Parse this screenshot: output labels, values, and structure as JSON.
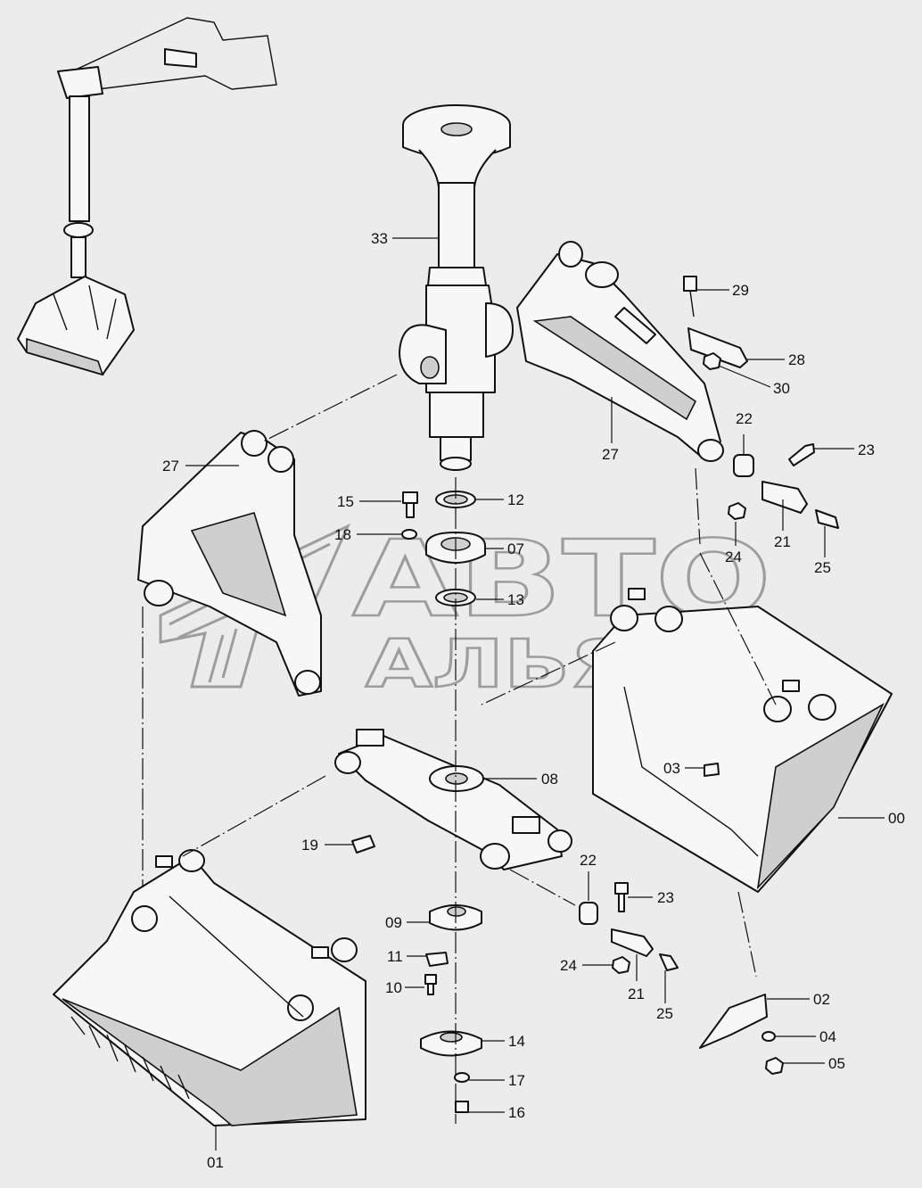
{
  "watermark": {
    "line1": "АВТО",
    "line2": "АЛЬЯНС"
  },
  "callouts": [
    {
      "id": "33",
      "label": "33"
    },
    {
      "id": "29",
      "label": "29"
    },
    {
      "id": "28",
      "label": "28"
    },
    {
      "id": "30",
      "label": "30"
    },
    {
      "id": "27a",
      "label": "27"
    },
    {
      "id": "27b",
      "label": "27"
    },
    {
      "id": "22a",
      "label": "22"
    },
    {
      "id": "23a",
      "label": "23"
    },
    {
      "id": "21a",
      "label": "21"
    },
    {
      "id": "24a",
      "label": "24"
    },
    {
      "id": "25a",
      "label": "25"
    },
    {
      "id": "15",
      "label": "15"
    },
    {
      "id": "12",
      "label": "12"
    },
    {
      "id": "18",
      "label": "18"
    },
    {
      "id": "07",
      "label": "07"
    },
    {
      "id": "13",
      "label": "13"
    },
    {
      "id": "08",
      "label": "08"
    },
    {
      "id": "03",
      "label": "03"
    },
    {
      "id": "00",
      "label": "00"
    },
    {
      "id": "19",
      "label": "19"
    },
    {
      "id": "22b",
      "label": "22"
    },
    {
      "id": "23b",
      "label": "23"
    },
    {
      "id": "09",
      "label": "09"
    },
    {
      "id": "11",
      "label": "11"
    },
    {
      "id": "24b",
      "label": "24"
    },
    {
      "id": "21b",
      "label": "21"
    },
    {
      "id": "10",
      "label": "10"
    },
    {
      "id": "25b",
      "label": "25"
    },
    {
      "id": "02",
      "label": "02"
    },
    {
      "id": "14",
      "label": "14"
    },
    {
      "id": "04",
      "label": "04"
    },
    {
      "id": "05",
      "label": "05"
    },
    {
      "id": "17",
      "label": "17"
    },
    {
      "id": "16",
      "label": "16"
    },
    {
      "id": "01",
      "label": "01"
    }
  ]
}
